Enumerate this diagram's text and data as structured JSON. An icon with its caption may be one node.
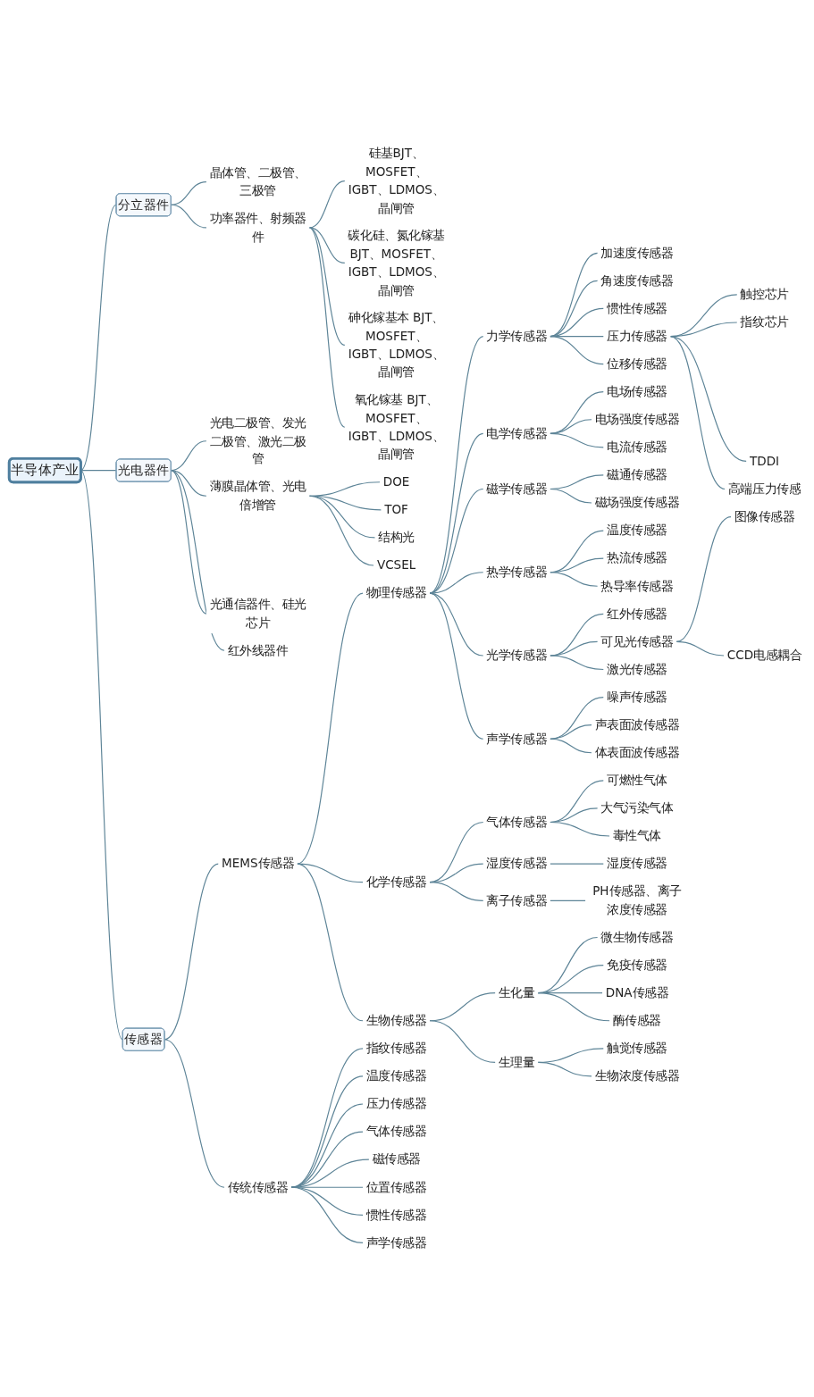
{
  "diagram": {
    "nodes": [
      {
        "text": [
          "半导体产业"
        ]
      },
      {
        "text": [
          "分立器件"
        ]
      },
      {
        "text": [
          "晶体管、二极管、三极管"
        ]
      },
      {
        "text": [
          "功率器件、射频器件"
        ]
      },
      {
        "text": [
          "硅基BJT、MOSFET、IGBT、LDMOS、晶闸管"
        ]
      },
      {
        "text": [
          "碳化硅、氮化镓基BJT、MOSFET、IGBT、LDMOS、晶闸管"
        ]
      },
      {
        "text": [
          "砷化镓基本 BJT、MOSFET、IGBT、LDMOS、晶闸管"
        ]
      },
      {
        "text": [
          "氧化镓基 BJT、MOSFET、IGBT、LDMOS、晶闸管"
        ]
      },
      {
        "text": [
          "光电器件"
        ]
      },
      {
        "text": [
          "光电二极管、发光二极管、激光二极管"
        ]
      },
      {
        "text": [
          "薄膜晶体管、光电倍增管"
        ]
      },
      {
        "text": [
          "DOE"
        ]
      },
      {
        "text": [
          "TOF"
        ]
      },
      {
        "text": [
          "结构光"
        ]
      },
      {
        "text": [
          "VCSEL"
        ]
      },
      {
        "text": [
          "光通信器件、硅光芯片"
        ]
      },
      {
        "text": [
          "红外线器件"
        ]
      },
      {
        "text": [
          "传感器"
        ]
      },
      {
        "text": [
          "MEMS传感器"
        ]
      },
      {
        "text": [
          "物理传感器"
        ]
      },
      {
        "text": [
          "力学传感器"
        ]
      },
      {
        "text": [
          "加速度传感器"
        ]
      },
      {
        "text": [
          "角速度传感器"
        ]
      },
      {
        "text": [
          "惯性传感器"
        ]
      },
      {
        "text": [
          "压力传感器"
        ]
      },
      {
        "text": [
          "触控芯片"
        ]
      },
      {
        "text": [
          "指纹芯片"
        ]
      },
      {
        "text": [
          "TDDI"
        ]
      },
      {
        "text": [
          "高端压力传感"
        ]
      },
      {
        "text": [
          "位移传感器"
        ]
      },
      {
        "text": [
          "电学传感器"
        ]
      },
      {
        "text": [
          "电场传感器"
        ]
      },
      {
        "text": [
          "电场强度传感器"
        ]
      },
      {
        "text": [
          "电流传感器"
        ]
      },
      {
        "text": [
          "磁学传感器"
        ]
      },
      {
        "text": [
          "磁通传感器"
        ]
      },
      {
        "text": [
          "磁场强度传感器"
        ]
      },
      {
        "text": [
          "热学传感器"
        ]
      },
      {
        "text": [
          "温度传感器"
        ]
      },
      {
        "text": [
          "热流传感器"
        ]
      },
      {
        "text": [
          "热导率传感器"
        ]
      },
      {
        "text": [
          "光学传感器"
        ]
      },
      {
        "text": [
          "红外传感器"
        ]
      },
      {
        "text": [
          "可见光传感器"
        ]
      },
      {
        "text": [
          "图像传感器"
        ]
      },
      {
        "text": [
          "CCD电感耦合"
        ]
      },
      {
        "text": [
          "激光传感器"
        ]
      },
      {
        "text": [
          "声学传感器"
        ]
      },
      {
        "text": [
          "噪声传感器"
        ]
      },
      {
        "text": [
          "声表面波传感器"
        ]
      },
      {
        "text": [
          "体表面波传感器"
        ]
      },
      {
        "text": [
          "化学传感器"
        ]
      },
      {
        "text": [
          "气体传感器"
        ]
      },
      {
        "text": [
          "可燃性气体"
        ]
      },
      {
        "text": [
          "大气污染气体"
        ]
      },
      {
        "text": [
          "毒性气体"
        ]
      },
      {
        "text": [
          "湿度传感器"
        ]
      },
      {
        "text": [
          "湿度传感器"
        ]
      },
      {
        "text": [
          "离子传感器"
        ]
      },
      {
        "text": [
          "PH传感器、离子浓度传感器"
        ]
      },
      {
        "text": [
          "生物传感器"
        ]
      },
      {
        "text": [
          "生化量"
        ]
      },
      {
        "text": [
          "微生物传感器"
        ]
      },
      {
        "text": [
          "免疫传感器"
        ]
      },
      {
        "text": [
          "DNA传感器"
        ]
      },
      {
        "text": [
          "酶传感器"
        ]
      },
      {
        "text": [
          "生理量"
        ]
      },
      {
        "text": [
          "触觉传感器"
        ]
      },
      {
        "text": [
          "生物浓度传感器"
        ]
      },
      {
        "text": [
          "传统传感器"
        ]
      },
      {
        "text": [
          "指纹传感器"
        ]
      },
      {
        "text": [
          "温度传感器"
        ]
      },
      {
        "text": [
          "压力传感器"
        ]
      },
      {
        "text": [
          "气体传感器"
        ]
      },
      {
        "text": [
          "磁传感器"
        ]
      },
      {
        "text": [
          "位置传感器"
        ]
      },
      {
        "text": [
          "惯性传感器"
        ]
      },
      {
        "text": [
          "声学传感器"
        ]
      }
    ],
    "edges": [
      {
        "from": 0,
        "to": 1,
        "arrow": "none"
      },
      {
        "from": 1,
        "to": 2,
        "arrow": "none"
      },
      {
        "from": 1,
        "to": 3,
        "arrow": "none"
      },
      {
        "from": 3,
        "to": 4,
        "arrow": "none"
      },
      {
        "from": 3,
        "to": 5,
        "arrow": "none"
      },
      {
        "from": 3,
        "to": 6,
        "arrow": "none"
      },
      {
        "from": 3,
        "to": 7,
        "arrow": "none"
      },
      {
        "from": 0,
        "to": 8,
        "arrow": "none"
      },
      {
        "from": 8,
        "to": 9,
        "arrow": "none"
      },
      {
        "from": 8,
        "to": 10,
        "arrow": "none"
      },
      {
        "from": 10,
        "to": 11,
        "arrow": "none"
      },
      {
        "from": 10,
        "to": 12,
        "arrow": "none"
      },
      {
        "from": 10,
        "to": 13,
        "arrow": "none"
      },
      {
        "from": 10,
        "to": 14,
        "arrow": "none"
      },
      {
        "from": 8,
        "to": 15,
        "arrow": "none"
      },
      {
        "from": 8,
        "to": 16,
        "arrow": "none"
      },
      {
        "from": 0,
        "to": 17,
        "arrow": "none"
      },
      {
        "from": 17,
        "to": 18,
        "arrow": "none"
      },
      {
        "from": 18,
        "to": 19,
        "arrow": "none"
      },
      {
        "from": 19,
        "to": 20,
        "arrow": "none"
      },
      {
        "from": 20,
        "to": 21,
        "arrow": "none"
      },
      {
        "from": 20,
        "to": 22,
        "arrow": "none"
      },
      {
        "from": 20,
        "to": 23,
        "arrow": "none"
      },
      {
        "from": 20,
        "to": 24,
        "arrow": "none"
      },
      {
        "from": 24,
        "to": 25,
        "arrow": "none"
      },
      {
        "from": 24,
        "to": 26,
        "arrow": "none"
      },
      {
        "from": 24,
        "to": 27,
        "arrow": "none"
      },
      {
        "from": 24,
        "to": 28,
        "arrow": "none"
      },
      {
        "from": 20,
        "to": 29,
        "arrow": "none"
      },
      {
        "from": 19,
        "to": 30,
        "arrow": "none"
      },
      {
        "from": 30,
        "to": 31,
        "arrow": "none"
      },
      {
        "from": 30,
        "to": 32,
        "arrow": "none"
      },
      {
        "from": 30,
        "to": 33,
        "arrow": "none"
      },
      {
        "from": 19,
        "to": 34,
        "arrow": "none"
      },
      {
        "from": 34,
        "to": 35,
        "arrow": "none"
      },
      {
        "from": 34,
        "to": 36,
        "arrow": "none"
      },
      {
        "from": 19,
        "to": 37,
        "arrow": "none"
      },
      {
        "from": 37,
        "to": 38,
        "arrow": "none"
      },
      {
        "from": 37,
        "to": 39,
        "arrow": "none"
      },
      {
        "from": 37,
        "to": 40,
        "arrow": "none"
      },
      {
        "from": 19,
        "to": 41,
        "arrow": "none"
      },
      {
        "from": 41,
        "to": 42,
        "arrow": "none"
      },
      {
        "from": 41,
        "to": 43,
        "arrow": "none"
      },
      {
        "from": 43,
        "to": 44,
        "arrow": "none"
      },
      {
        "from": 43,
        "to": 45,
        "arrow": "none"
      },
      {
        "from": 41,
        "to": 46,
        "arrow": "none"
      },
      {
        "from": 19,
        "to": 47,
        "arrow": "none"
      },
      {
        "from": 47,
        "to": 48,
        "arrow": "none"
      },
      {
        "from": 47,
        "to": 49,
        "arrow": "none"
      },
      {
        "from": 47,
        "to": 50,
        "arrow": "none"
      },
      {
        "from": 18,
        "to": 51,
        "arrow": "none"
      },
      {
        "from": 51,
        "to": 52,
        "arrow": "none"
      },
      {
        "from": 52,
        "to": 53,
        "arrow": "none"
      },
      {
        "from": 52,
        "to": 54,
        "arrow": "none"
      },
      {
        "from": 52,
        "to": 55,
        "arrow": "none"
      },
      {
        "from": 51,
        "to": 56,
        "arrow": "none"
      },
      {
        "from": 56,
        "to": 57,
        "arrow": "none"
      },
      {
        "from": 51,
        "to": 58,
        "arrow": "none"
      },
      {
        "from": 58,
        "to": 59,
        "arrow": "none"
      },
      {
        "from": 18,
        "to": 60,
        "arrow": "none"
      },
      {
        "from": 60,
        "to": 61,
        "arrow": "none"
      },
      {
        "from": 61,
        "to": 62,
        "arrow": "none"
      },
      {
        "from": 61,
        "to": 63,
        "arrow": "none"
      },
      {
        "from": 61,
        "to": 64,
        "arrow": "none"
      },
      {
        "from": 61,
        "to": 65,
        "arrow": "none"
      },
      {
        "from": 60,
        "to": 66,
        "arrow": "none"
      },
      {
        "from": 66,
        "to": 67,
        "arrow": "none"
      },
      {
        "from": 66,
        "to": 68,
        "arrow": "none"
      },
      {
        "from": 17,
        "to": 69,
        "arrow": "none"
      },
      {
        "from": 69,
        "to": 70,
        "arrow": "none"
      },
      {
        "from": 69,
        "to": 71,
        "arrow": "none"
      },
      {
        "from": 69,
        "to": 72,
        "arrow": "none"
      },
      {
        "from": 69,
        "to": 73,
        "arrow": "none"
      },
      {
        "from": 69,
        "to": 74,
        "arrow": "none"
      },
      {
        "from": 69,
        "to": 75,
        "arrow": "none"
      },
      {
        "from": 69,
        "to": 76,
        "arrow": "none"
      },
      {
        "from": 69,
        "to": 77,
        "arrow": "none"
      }
    ]
  }
}
